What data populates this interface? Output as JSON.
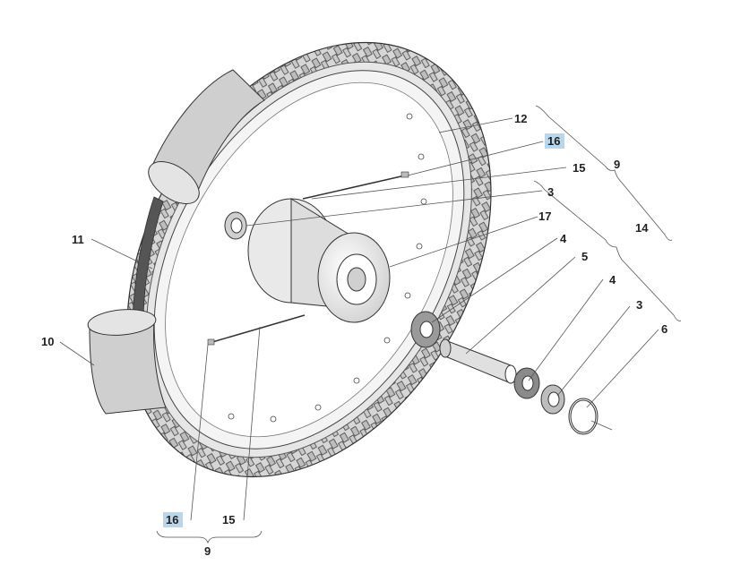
{
  "callouts": {
    "c12": "12",
    "c16_top": "16",
    "c15_top": "15",
    "c3_top": "3",
    "c17": "17",
    "c4_a": "4",
    "c5": "5",
    "c4_b": "4",
    "c3_b": "3",
    "c6": "6",
    "c11": "11",
    "c10": "10",
    "c16_bottom": "16",
    "c15_bottom": "15"
  },
  "groups": {
    "g9_top": "9",
    "g14": "14",
    "g9_bottom": "9"
  },
  "colors": {
    "highlight": "#b9d6ea",
    "tire": "#dcdcdc",
    "tire_dark": "#b8b8b8",
    "rim": "#f4f4f4",
    "tube": "#cfcfcf"
  }
}
